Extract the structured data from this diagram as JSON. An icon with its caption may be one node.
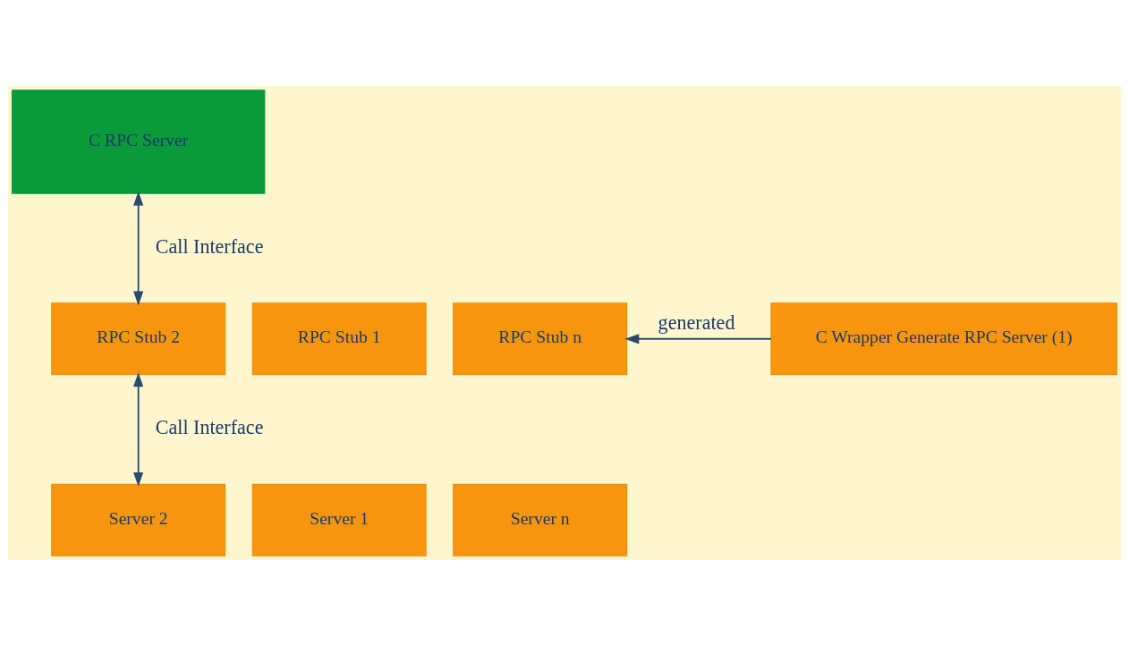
{
  "diagram": {
    "nodes": [
      {
        "text": [
          "C RPC Server"
        ]
      },
      {
        "text": [
          "RPC Stub 1"
        ]
      },
      {
        "text": [
          "RPC Stub 2"
        ]
      },
      {
        "text": [
          "RPC Stub n"
        ]
      },
      {
        "text": [
          "C Wrapper Generate RPC Server (1)"
        ]
      },
      {
        "text": [
          "Server 1"
        ]
      },
      {
        "text": [
          "Server 2"
        ]
      },
      {
        "text": [
          "Server n"
        ]
      }
    ],
    "edges": [
      {
        "from": 0,
        "to": 2,
        "arrow": "both",
        "label": "Call Interface"
      },
      {
        "from": 4,
        "to": 3,
        "arrow": "to",
        "label": "generated"
      },
      {
        "from": 2,
        "to": 6,
        "arrow": "both",
        "label": "Call Interface"
      }
    ]
  }
}
